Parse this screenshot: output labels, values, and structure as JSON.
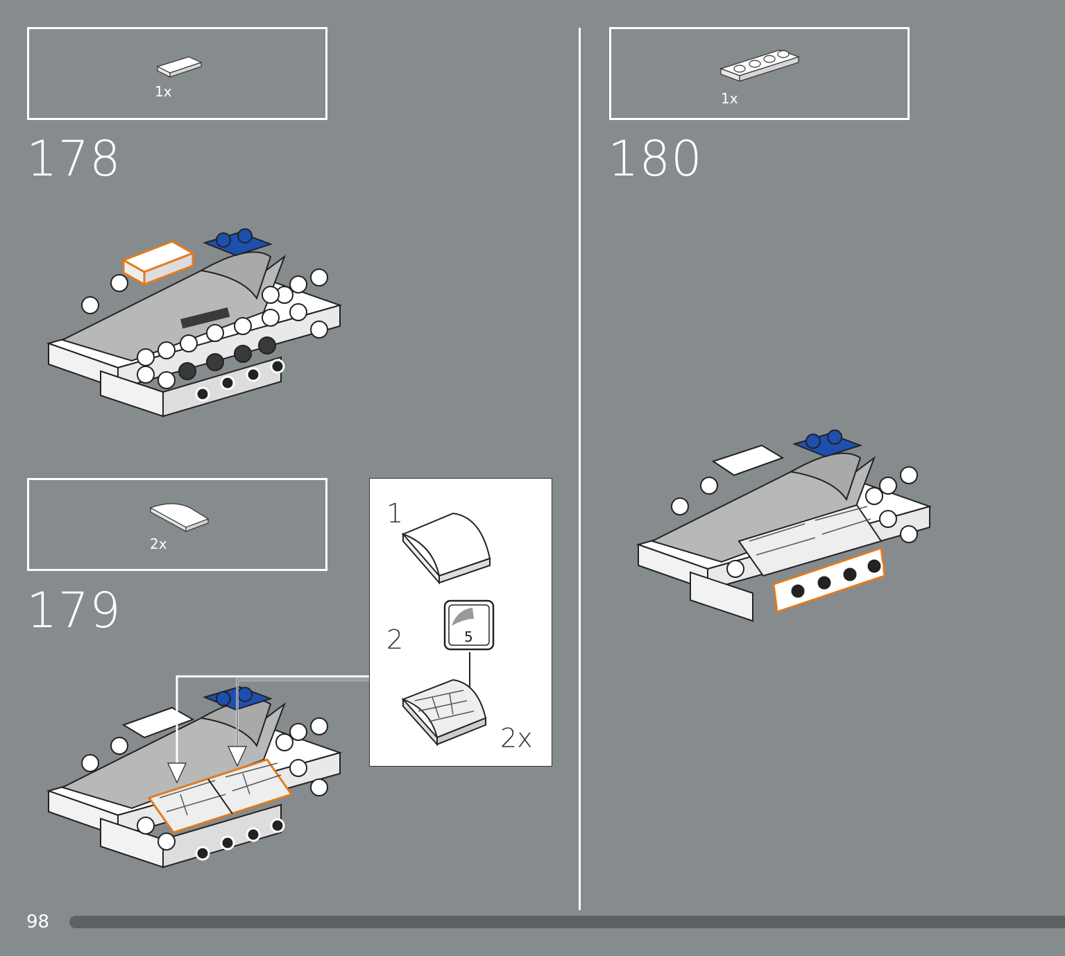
{
  "steps": [
    {
      "number": "178",
      "part_qty": "1x"
    },
    {
      "number": "179",
      "part_qty": "2x"
    },
    {
      "number": "180",
      "part_qty": "1x"
    }
  ],
  "sub_step": {
    "step1_label": "1",
    "step2_label": "2",
    "sticker_number": "5",
    "qty": "2x"
  },
  "footer": {
    "page_number": "98"
  },
  "colors": {
    "background": "#868b8e",
    "highlight": "#e07b1f",
    "blue": "#1f4fae",
    "light_grey": "#a9a9a9",
    "dark_grey": "#3a3a3a"
  }
}
